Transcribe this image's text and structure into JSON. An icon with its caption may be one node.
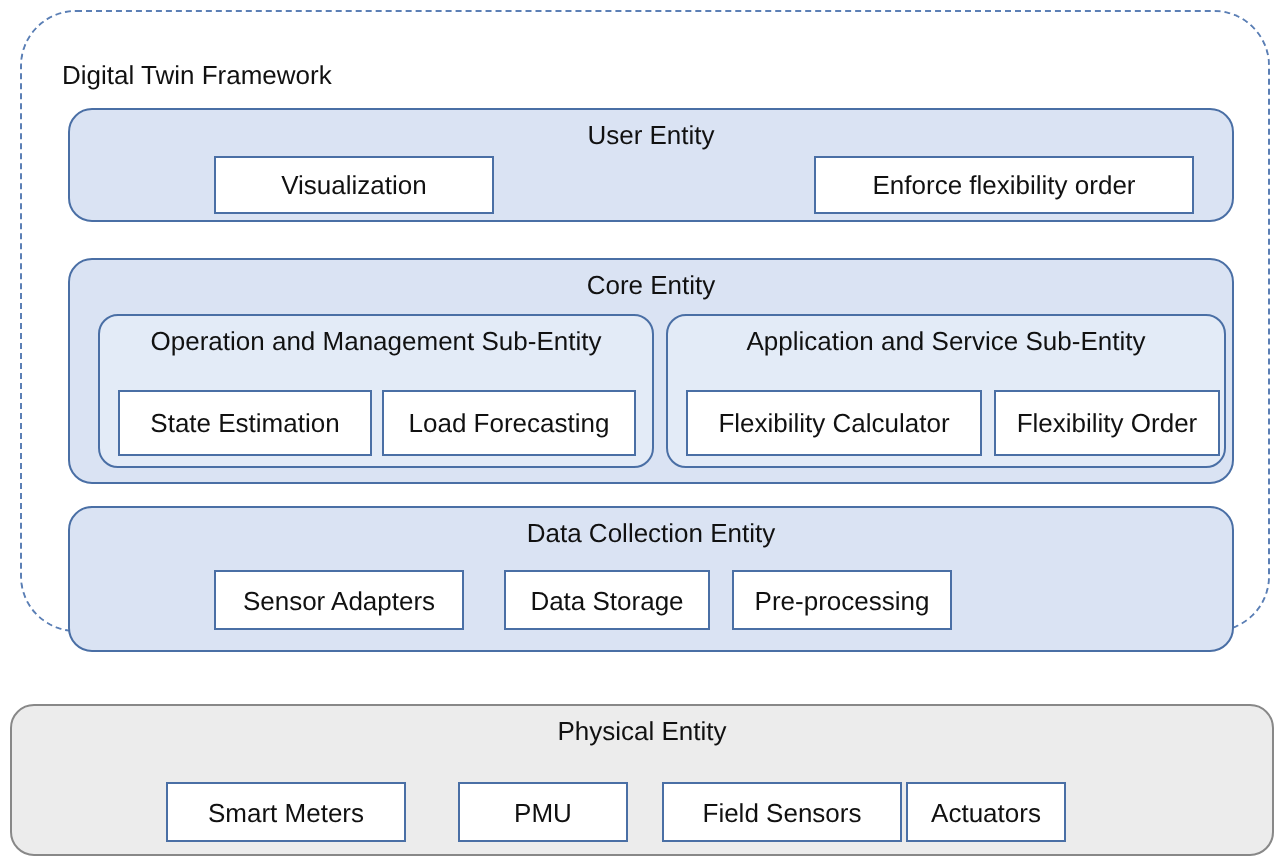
{
  "diagram": {
    "nodes": [
      {
        "text": [
          "Digital Twin Framework"
        ]
      },
      {
        "text": [
          "User Entity"
        ],
        "in": 0
      },
      {
        "text": [
          "Visualization"
        ],
        "in": 1
      },
      {
        "text": [
          "Enforce flexibility order"
        ],
        "in": 1
      },
      {
        "text": [
          "Core Entity"
        ],
        "in": 0
      },
      {
        "text": [
          "Operation and Management Sub-Entity"
        ],
        "in": 4
      },
      {
        "text": [
          "State Estimation"
        ],
        "in": 5
      },
      {
        "text": [
          "Load Forecasting"
        ],
        "in": 5
      },
      {
        "text": [
          "Application and Service Sub-Entity"
        ],
        "in": 4
      },
      {
        "text": [
          "Flexibility Calculator"
        ],
        "in": 8
      },
      {
        "text": [
          "Flexibility Order"
        ],
        "in": 8
      },
      {
        "text": [
          "Data Collection Entity"
        ],
        "in": 0
      },
      {
        "text": [
          "Sensor Adapters"
        ],
        "in": 11
      },
      {
        "text": [
          "Data Storage"
        ],
        "in": 11
      },
      {
        "text": [
          "Pre-processing"
        ],
        "in": 11
      },
      {
        "text": [
          "Physical Entity"
        ]
      },
      {
        "text": [
          "Smart Meters"
        ],
        "in": 15
      },
      {
        "text": [
          "PMU"
        ],
        "in": 15
      },
      {
        "text": [
          "Field Sensors"
        ],
        "in": 15
      },
      {
        "text": [
          "Actuators"
        ],
        "in": 15
      }
    ]
  }
}
